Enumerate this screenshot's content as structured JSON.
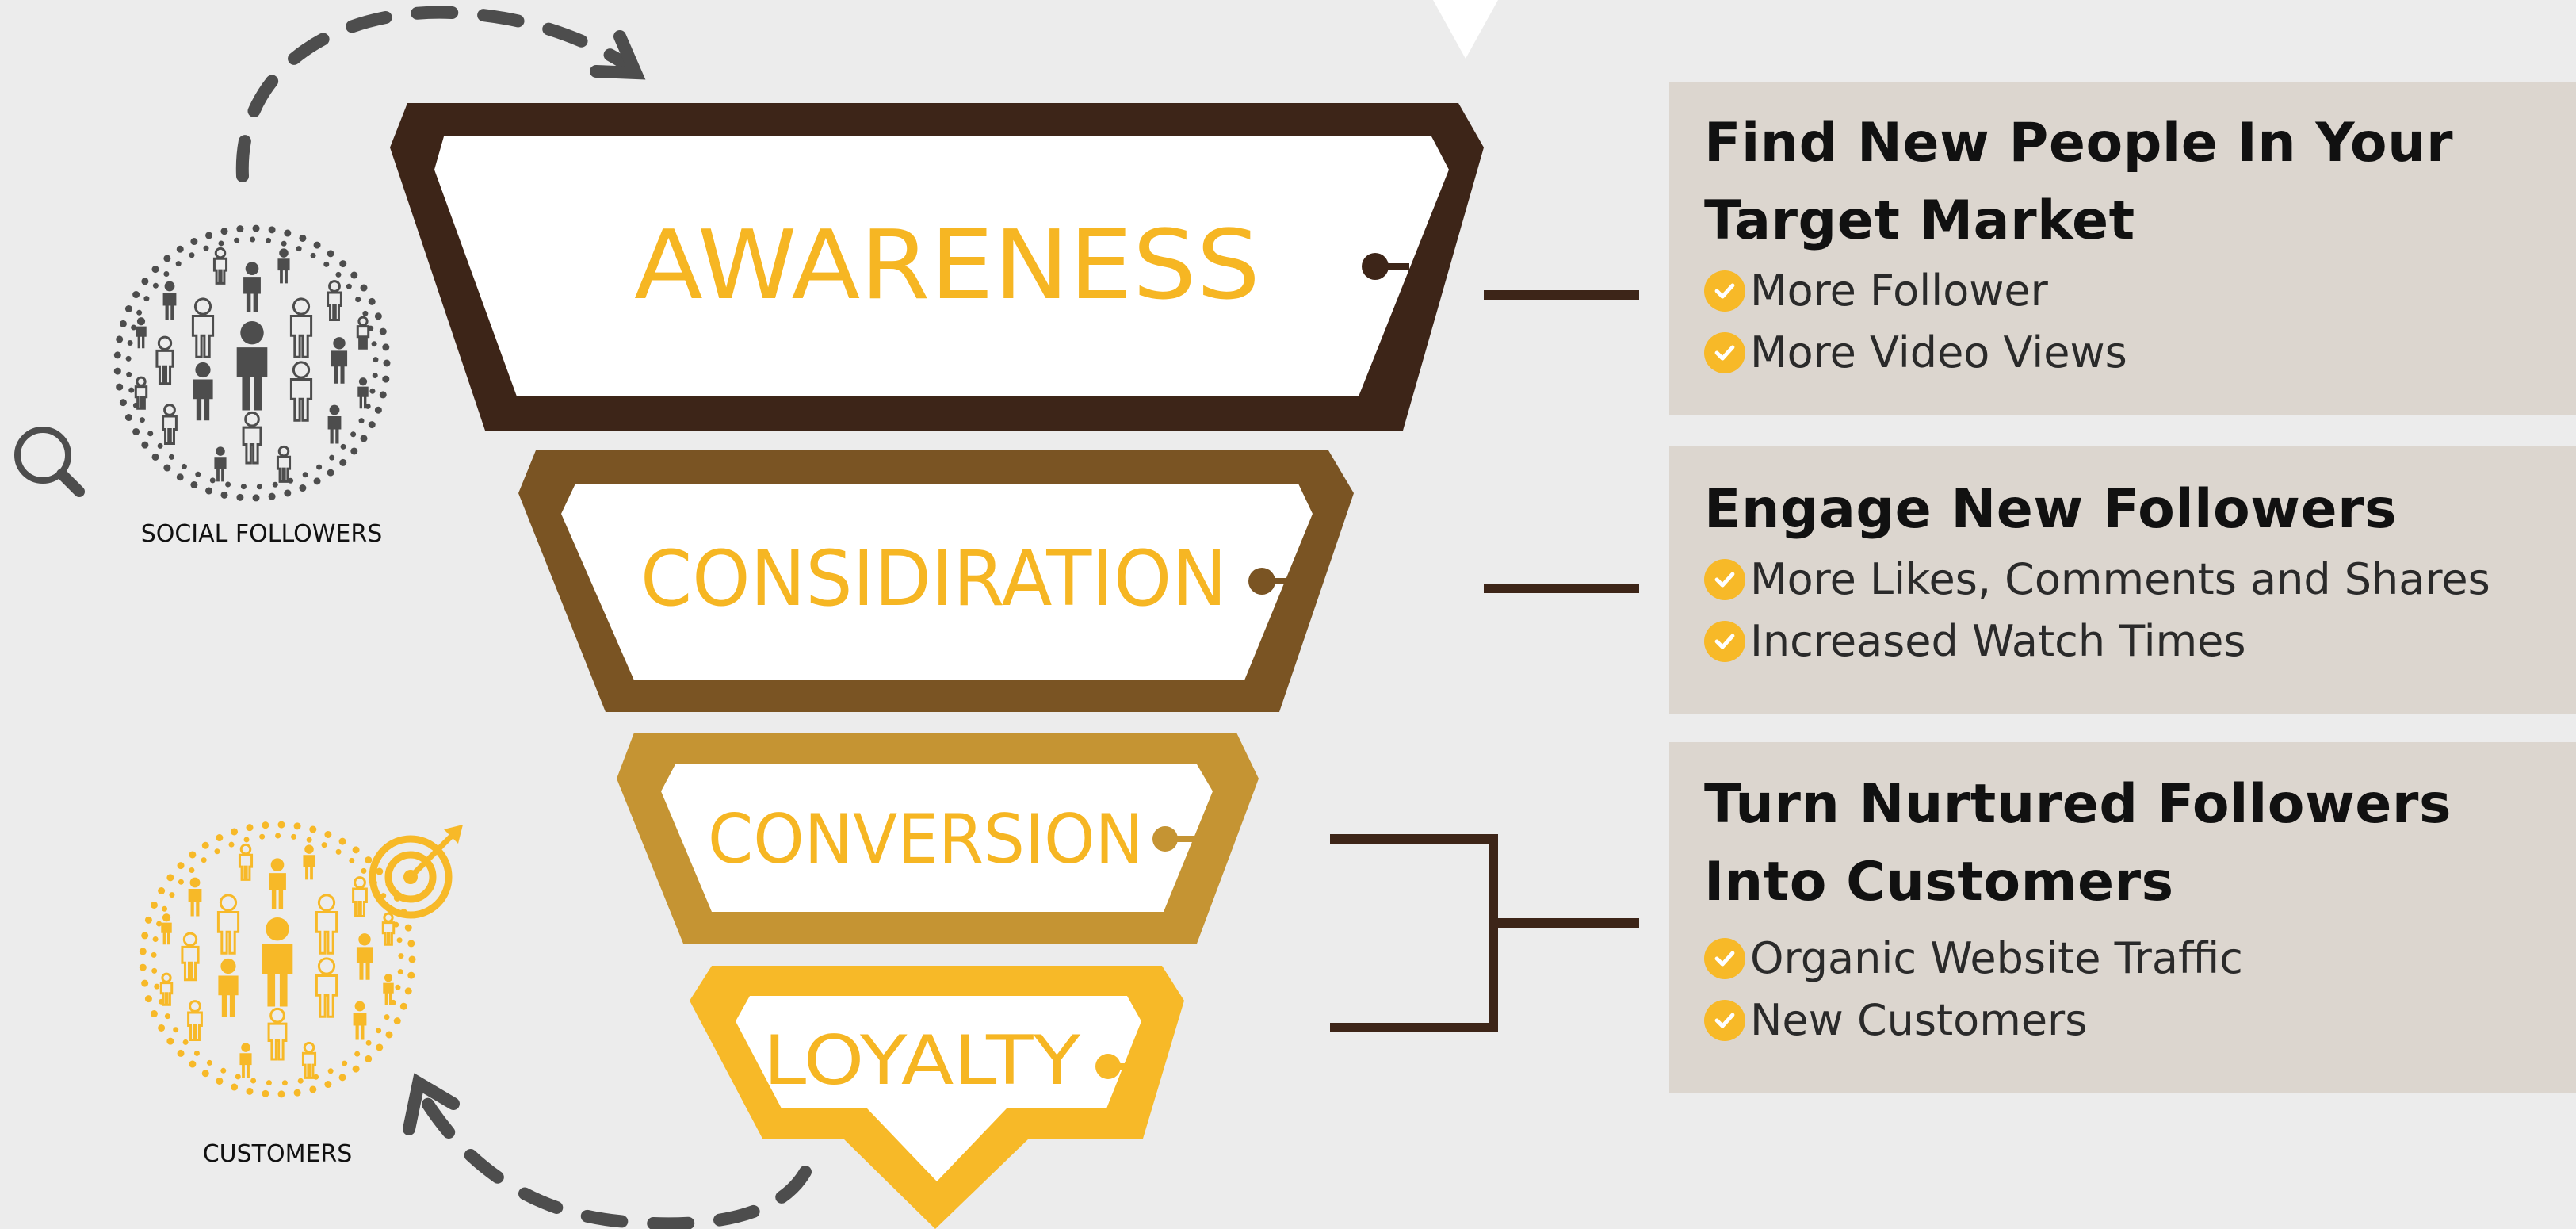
{
  "funnel": {
    "stages": [
      {
        "label": "AWARENESS",
        "border_color": "#3d2518"
      },
      {
        "label": "CONSIDIRATION",
        "border_color": "#7a5423"
      },
      {
        "label": "CONVERSION",
        "border_color": "#c59433"
      },
      {
        "label": "LOYALTY",
        "border_color": "#f7b928"
      }
    ],
    "label_color": "#f6b623"
  },
  "cards": [
    {
      "title_lines": [
        "Find New People In Your",
        "Target Market"
      ],
      "items": [
        "More Follower",
        "More Video Views"
      ]
    },
    {
      "title_lines": [
        "Engage New Followers"
      ],
      "items": [
        "More Likes, Comments and Shares",
        "Increased Watch Times"
      ]
    },
    {
      "title_lines": [
        "Turn Nurtured Followers",
        "Into Customers"
      ],
      "items": [
        "Organic Website Traffic",
        "New Customers"
      ]
    }
  ],
  "groups": {
    "social": {
      "caption": "SOCIAL FOLLOWERS",
      "color": "#4d4d4d",
      "icon": "magnifier-icon"
    },
    "customers": {
      "caption": "CUSTOMERS",
      "color": "#f7b928",
      "icon": "target-icon"
    }
  },
  "colors": {
    "background": "#ececec",
    "card_bg": "#dcd6cf",
    "connector": "#3d2518",
    "check": "#f7b928",
    "arrow": "#4d4d4d"
  }
}
